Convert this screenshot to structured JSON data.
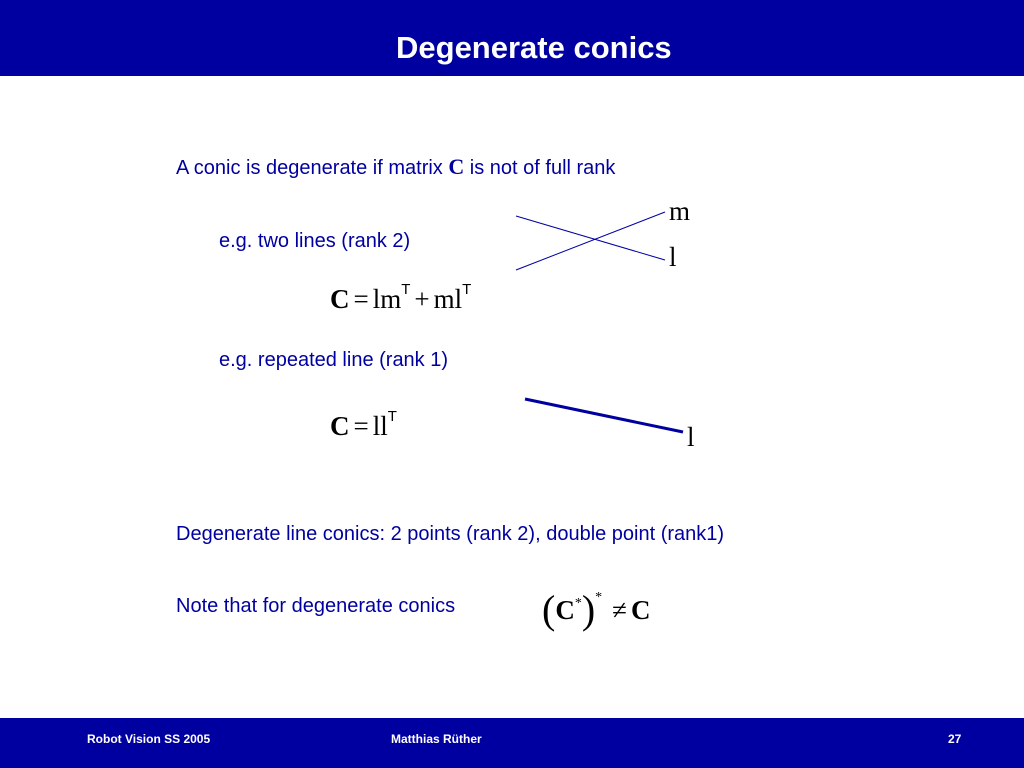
{
  "slide": {
    "title": "Degenerate conics",
    "statement": {
      "prefix": "A conic is degenerate if matrix ",
      "symbol": "C",
      "suffix": " is not of full rank"
    },
    "example_two_lines": {
      "label": "e.g. two lines (rank 2)",
      "equation": {
        "lhs": "C",
        "eq": "=",
        "term1": "lm",
        "t1": "T",
        "plus": "+",
        "term2": "ml",
        "t2": "T"
      },
      "line_labels": {
        "m": "m",
        "l": "l"
      }
    },
    "example_repeated": {
      "label": "e.g. repeated line (rank 1)",
      "equation": {
        "lhs": "C",
        "eq": "=",
        "term": "ll",
        "t": "T"
      },
      "line_label": "l"
    },
    "line_conics": "Degenerate line conics: 2 points (rank 2), double point (rank1)",
    "note": {
      "text": "Note that for degenerate conics",
      "formula": {
        "lparen": "(",
        "inner": "C",
        "inner_star": "*",
        "rparen": ")",
        "outer_star": "*",
        "neq": "≠",
        "rhs": "C"
      }
    }
  },
  "footer": {
    "course": "Robot Vision SS 2005",
    "author": "Matthias Rüther",
    "page": "27"
  },
  "colors": {
    "header_bg": "#0000a0",
    "text": "#0000a0",
    "math": "#000000"
  }
}
